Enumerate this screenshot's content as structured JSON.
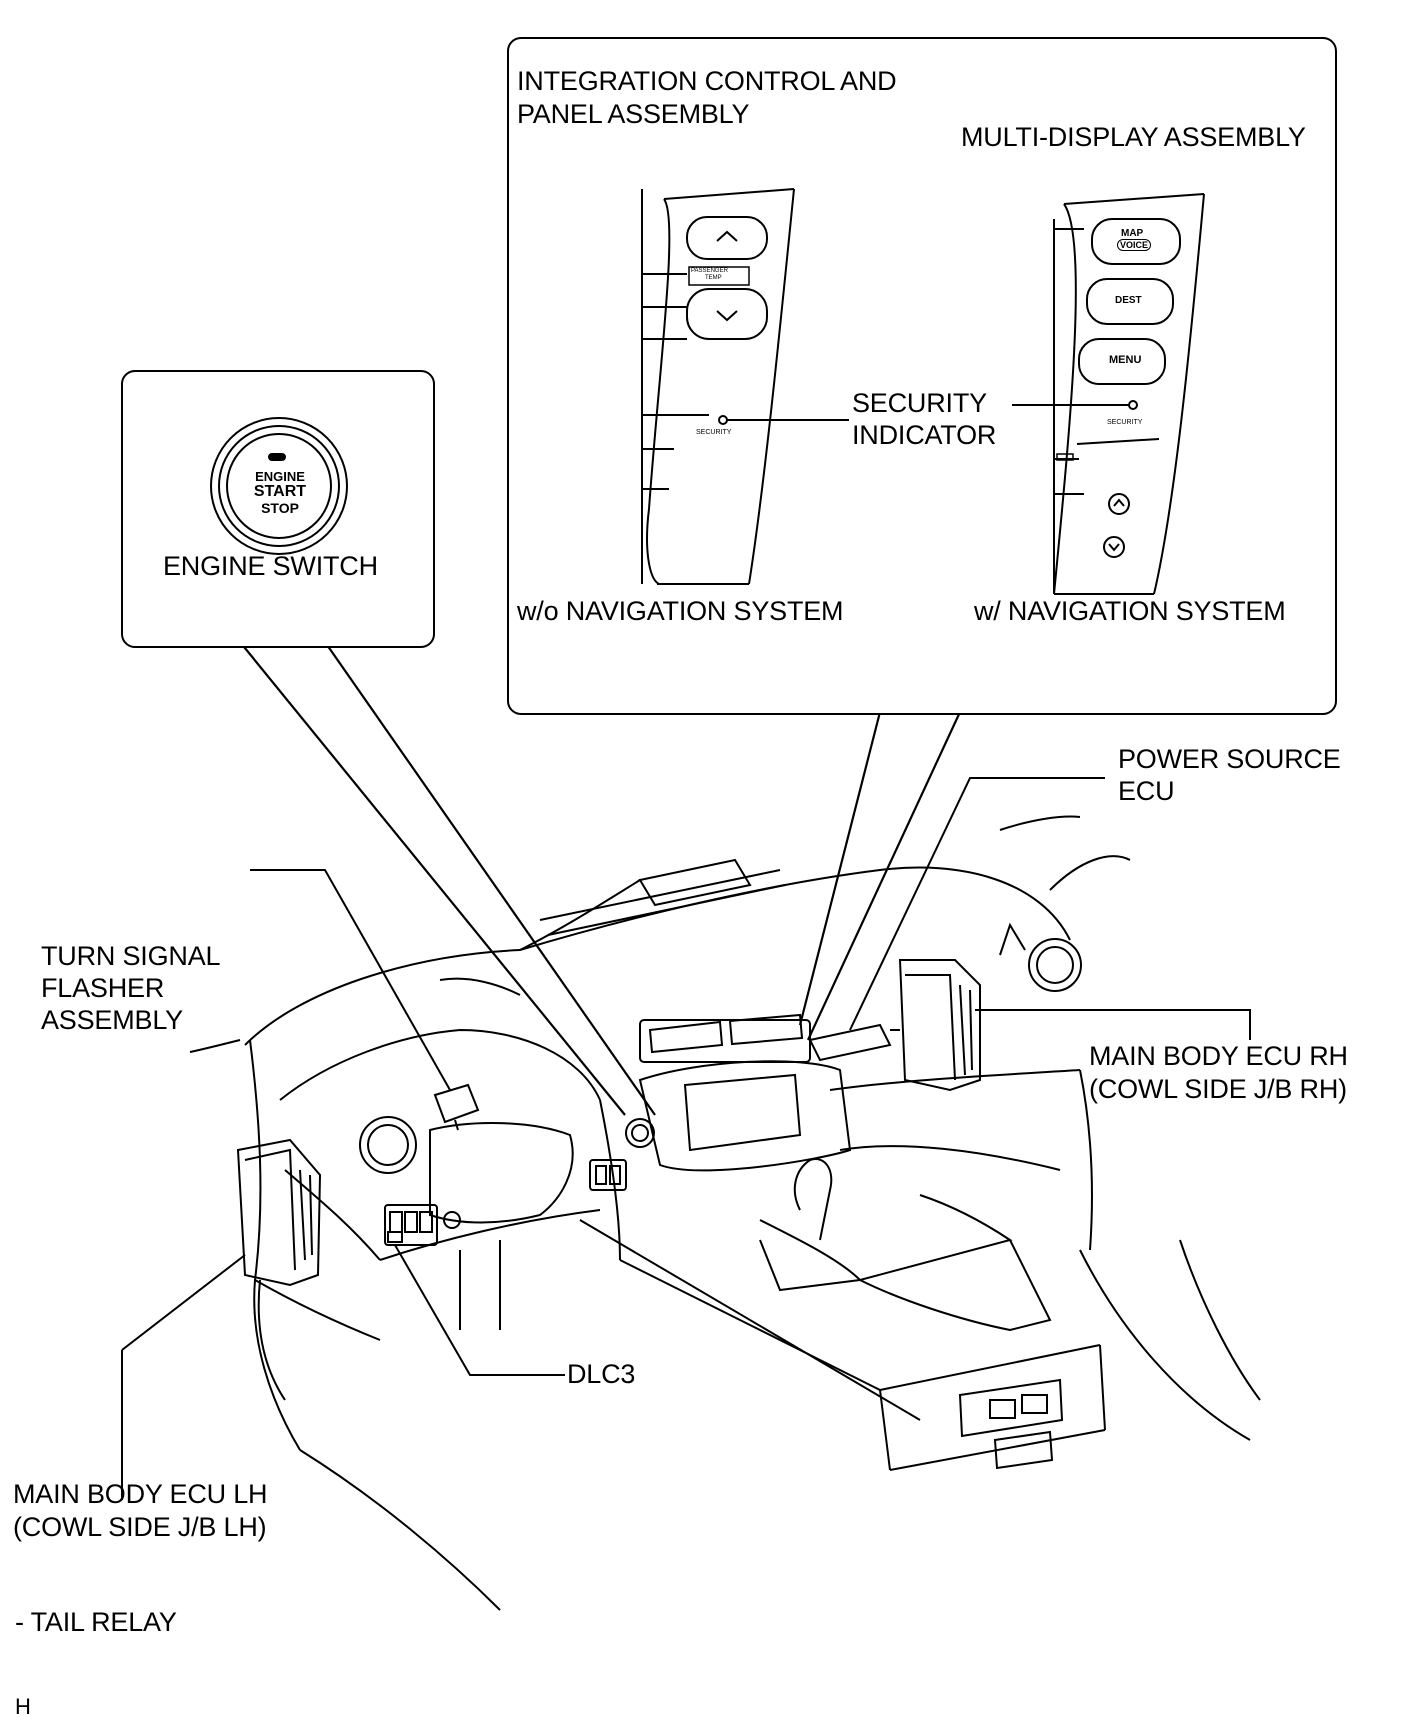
{
  "labels": {
    "integration_line1": "INTEGRATION CONTROL AND",
    "integration_line2": "PANEL ASSEMBLY",
    "multi_display": "MULTI-DISPLAY ASSEMBLY",
    "security_line1": "SECURITY",
    "security_line2": "INDICATOR",
    "wo_nav": "w/o NAVIGATION SYSTEM",
    "w_nav": "w/  NAVIGATION SYSTEM",
    "engine_switch": "ENGINE SWITCH",
    "power_source_line1": "POWER SOURCE",
    "power_source_line2": "ECU",
    "turn_signal_line1": "TURN SIGNAL",
    "turn_signal_line2": "FLASHER",
    "turn_signal_line3": "ASSEMBLY",
    "main_rh_line1": "MAIN BODY ECU RH",
    "main_rh_line2": "(COWL SIDE J/B RH)",
    "main_lh_line1": "MAIN BODY ECU LH",
    "main_lh_line2": "(COWL SIDE J/B LH)",
    "dlc3": "DLC3",
    "tail_relay": "- TAIL RELAY",
    "footer": "H"
  },
  "button_text": {
    "engine": "ENGINE",
    "start": "START",
    "stop": "STOP",
    "passenger_temp_1": "PASSENGER",
    "passenger_temp_2": "TEMP",
    "security_small": "SECURITY",
    "map": "MAP",
    "voice": "VOICE",
    "dest": "DEST",
    "menu": "MENU"
  }
}
